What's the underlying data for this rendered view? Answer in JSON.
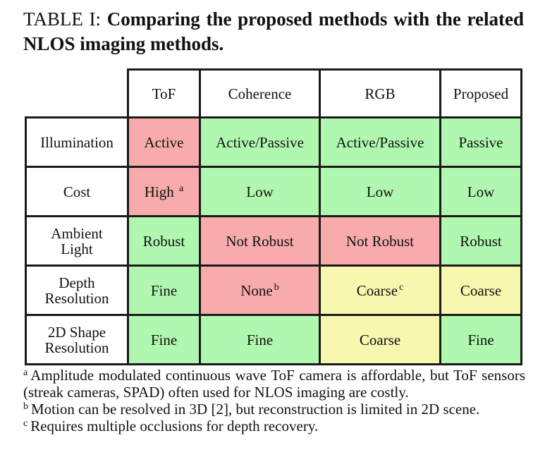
{
  "caption": {
    "label": "TABLE I:",
    "title": "Comparing the proposed methods with the related NLOS imaging methods."
  },
  "table": {
    "columns": [
      "ToF",
      "Coherence",
      "RGB",
      "Proposed"
    ],
    "rows": [
      {
        "label": "Illumination",
        "cells": [
          {
            "text": "Active",
            "sup": "",
            "color": "red"
          },
          {
            "text": "Active/Passive",
            "sup": "",
            "color": "green"
          },
          {
            "text": "Active/Passive",
            "sup": "",
            "color": "green"
          },
          {
            "text": "Passive",
            "sup": "",
            "color": "green"
          }
        ]
      },
      {
        "label": "Cost",
        "cells": [
          {
            "text": "High ",
            "sup": "a",
            "color": "red"
          },
          {
            "text": "Low",
            "sup": "",
            "color": "green"
          },
          {
            "text": "Low",
            "sup": "",
            "color": "green"
          },
          {
            "text": "Low",
            "sup": "",
            "color": "green"
          }
        ]
      },
      {
        "label": "Ambient Light",
        "label_lines": [
          "Ambient",
          "Light"
        ],
        "cells": [
          {
            "text": "Robust",
            "sup": "",
            "color": "green"
          },
          {
            "text": "Not Robust",
            "sup": "",
            "color": "red"
          },
          {
            "text": "Not Robust",
            "sup": "",
            "color": "red"
          },
          {
            "text": "Robust",
            "sup": "",
            "color": "green"
          }
        ]
      },
      {
        "label": "Depth Resolution",
        "label_lines": [
          "Depth",
          "Resolution"
        ],
        "cells": [
          {
            "text": "Fine",
            "sup": "",
            "color": "green"
          },
          {
            "text": "None",
            "sup": "b",
            "color": "red"
          },
          {
            "text": "Coarse",
            "sup": "c",
            "color": "yellow"
          },
          {
            "text": "Coarse",
            "sup": "",
            "color": "yellow"
          }
        ]
      },
      {
        "label": "2D Shape Resolution",
        "label_lines": [
          "2D Shape",
          "Resolution"
        ],
        "cells": [
          {
            "text": "Fine",
            "sup": "",
            "color": "green"
          },
          {
            "text": "Fine",
            "sup": "",
            "color": "green"
          },
          {
            "text": "Coarse",
            "sup": "",
            "color": "yellow"
          },
          {
            "text": "Fine",
            "sup": "",
            "color": "green"
          }
        ]
      }
    ],
    "colors": {
      "red": "#f7abab",
      "green": "#b0f7b0",
      "yellow": "#f7f7b0"
    }
  },
  "footnotes": [
    {
      "mark": "a",
      "text": "Amplitude modulated continuous wave ToF camera is affordable, but ToF sensors (streak cameras, SPAD) often used for NLOS imaging are costly."
    },
    {
      "mark": "b",
      "text": "Motion can be resolved in 3D [2], but reconstruction is limited in 2D scene."
    },
    {
      "mark": "c",
      "text": "Requires multiple occlusions for depth recovery."
    }
  ]
}
